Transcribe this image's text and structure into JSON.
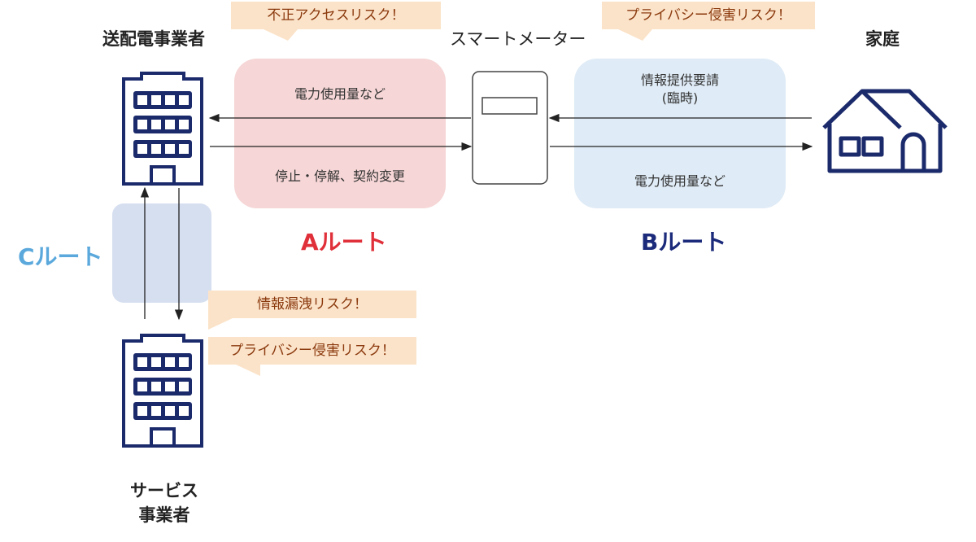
{
  "actors": {
    "utility": "送配電事業者",
    "meter": "スマートメーター",
    "home": "家庭",
    "service_line1": "サービス",
    "service_line2": "事業者"
  },
  "routes": {
    "a": "Aルート",
    "b": "Bルート",
    "c": "Cルート"
  },
  "a_route": {
    "upper": "電力使用量など",
    "lower": "停止・停解、契約変更"
  },
  "b_route": {
    "upper_line1": "情報提供要請",
    "upper_line2": "(臨時)",
    "lower": "電力使用量など"
  },
  "risks": {
    "a": "不正アクセスリスク！",
    "b": "プライバシー侵害リスク！",
    "c1": "情報漏洩リスク！",
    "c2": "プライバシー侵害リスク！"
  },
  "colors": {
    "navy": "#1b2a6b",
    "route_a": "#e0303a",
    "route_b": "#1b2a7a",
    "route_c": "#5aa8dc",
    "callout_bg": "#fbe3c9",
    "callout_text": "#8b3a0e",
    "a_box": "#f6d6d6",
    "b_box": "#dfebf6",
    "c_box": "#d6dff0"
  }
}
